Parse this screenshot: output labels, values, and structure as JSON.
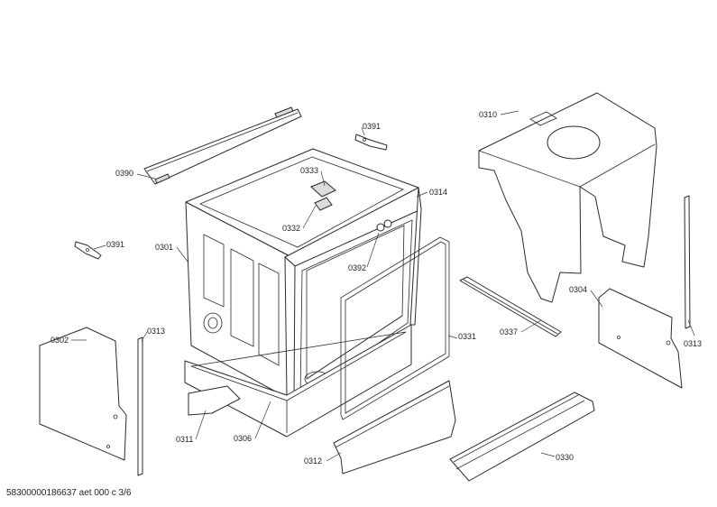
{
  "diagram": {
    "labels": {
      "l0390": "0390",
      "l0391a": "0391",
      "l0391b": "0391",
      "l0333": "0333",
      "l0332": "0332",
      "l0301": "0301",
      "l0314": "0314",
      "l0392": "0392",
      "l0310": "0310",
      "l0302": "0302",
      "l0313a": "0313",
      "l0313b": "0313",
      "l0304": "0304",
      "l0337": "0337",
      "l0331": "0331",
      "l0311": "0311",
      "l0306": "0306",
      "l0312": "0312",
      "l0330": "0330"
    }
  },
  "footer": {
    "doc_id": "58300000186637 aet 000 c 3/6"
  }
}
